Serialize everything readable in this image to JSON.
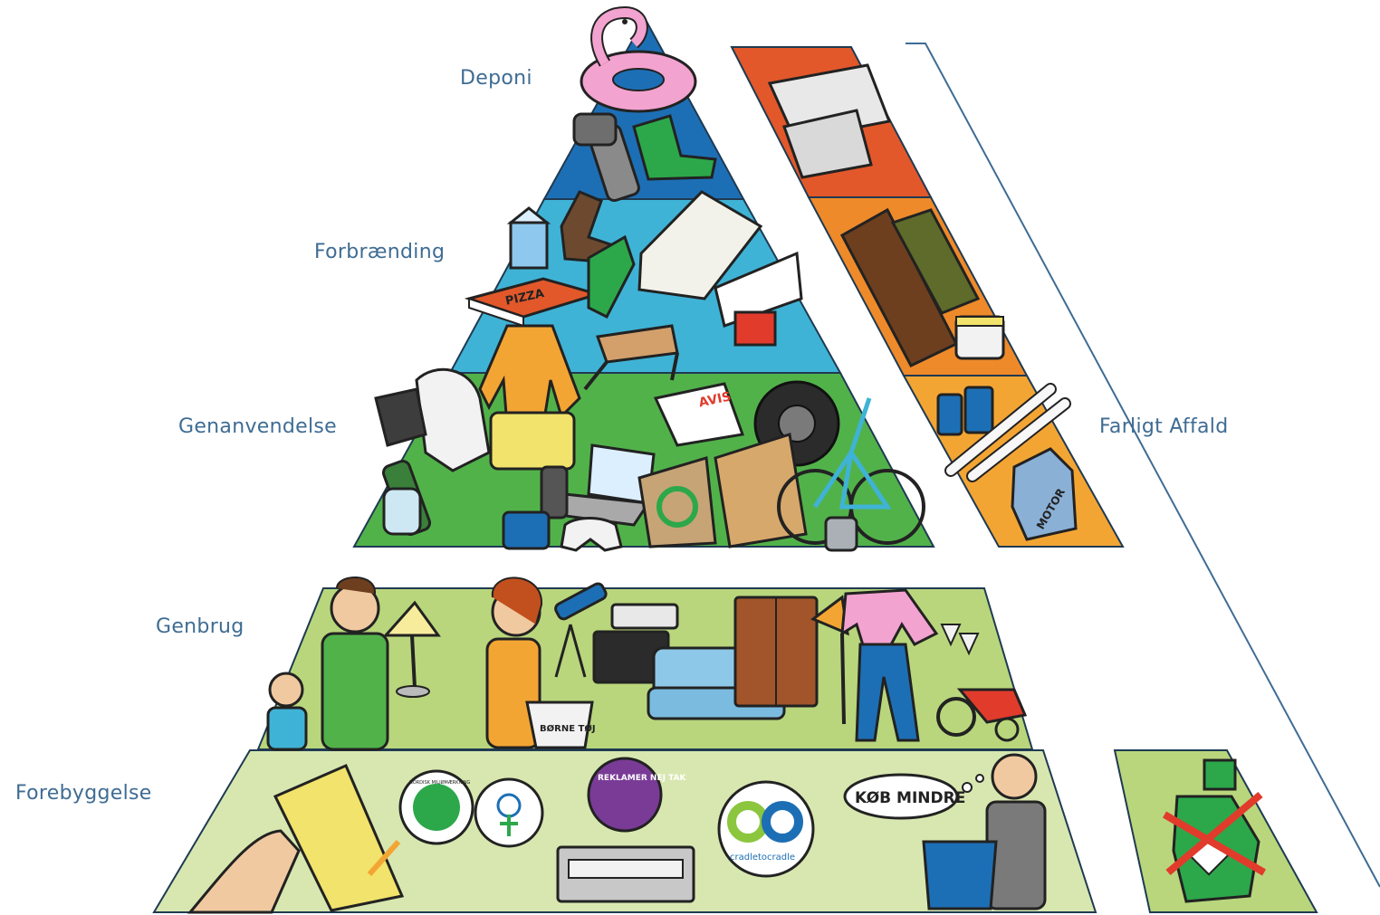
{
  "levels": {
    "deponi": "Deponi",
    "forbraending": "Forbrænding",
    "genanvendelse": "Genanvendelse",
    "genbrug": "Genbrug",
    "forebyggelse": "Forebyggelse"
  },
  "side": {
    "hazardous": "Farligt Affald"
  },
  "illustration_text": {
    "pizza_box": "PIZZA",
    "newspaper": "AVIS",
    "motor_can": "MOTOR",
    "kids_clothes": "BØRNE TØJ",
    "no_ads_sticker": "REKLAMER NEJ TAK",
    "cradle_logo": "cradletocradle",
    "speech_bubble": "KØB MINDRE",
    "nordic_label": "NORDISK MILJØMÆRKNING"
  },
  "colors": {
    "deponi": "#1d6fb5",
    "forbraending": "#3fb3d6",
    "genanvendelse": "#52b24a",
    "genbrug": "#b9d67c",
    "forebyggelse": "#d8e7b0",
    "hazard_top": "#e2582a",
    "hazard_mid": "#ee8a2a",
    "hazard_low": "#f3a534",
    "label_text": "#3f6c93"
  }
}
